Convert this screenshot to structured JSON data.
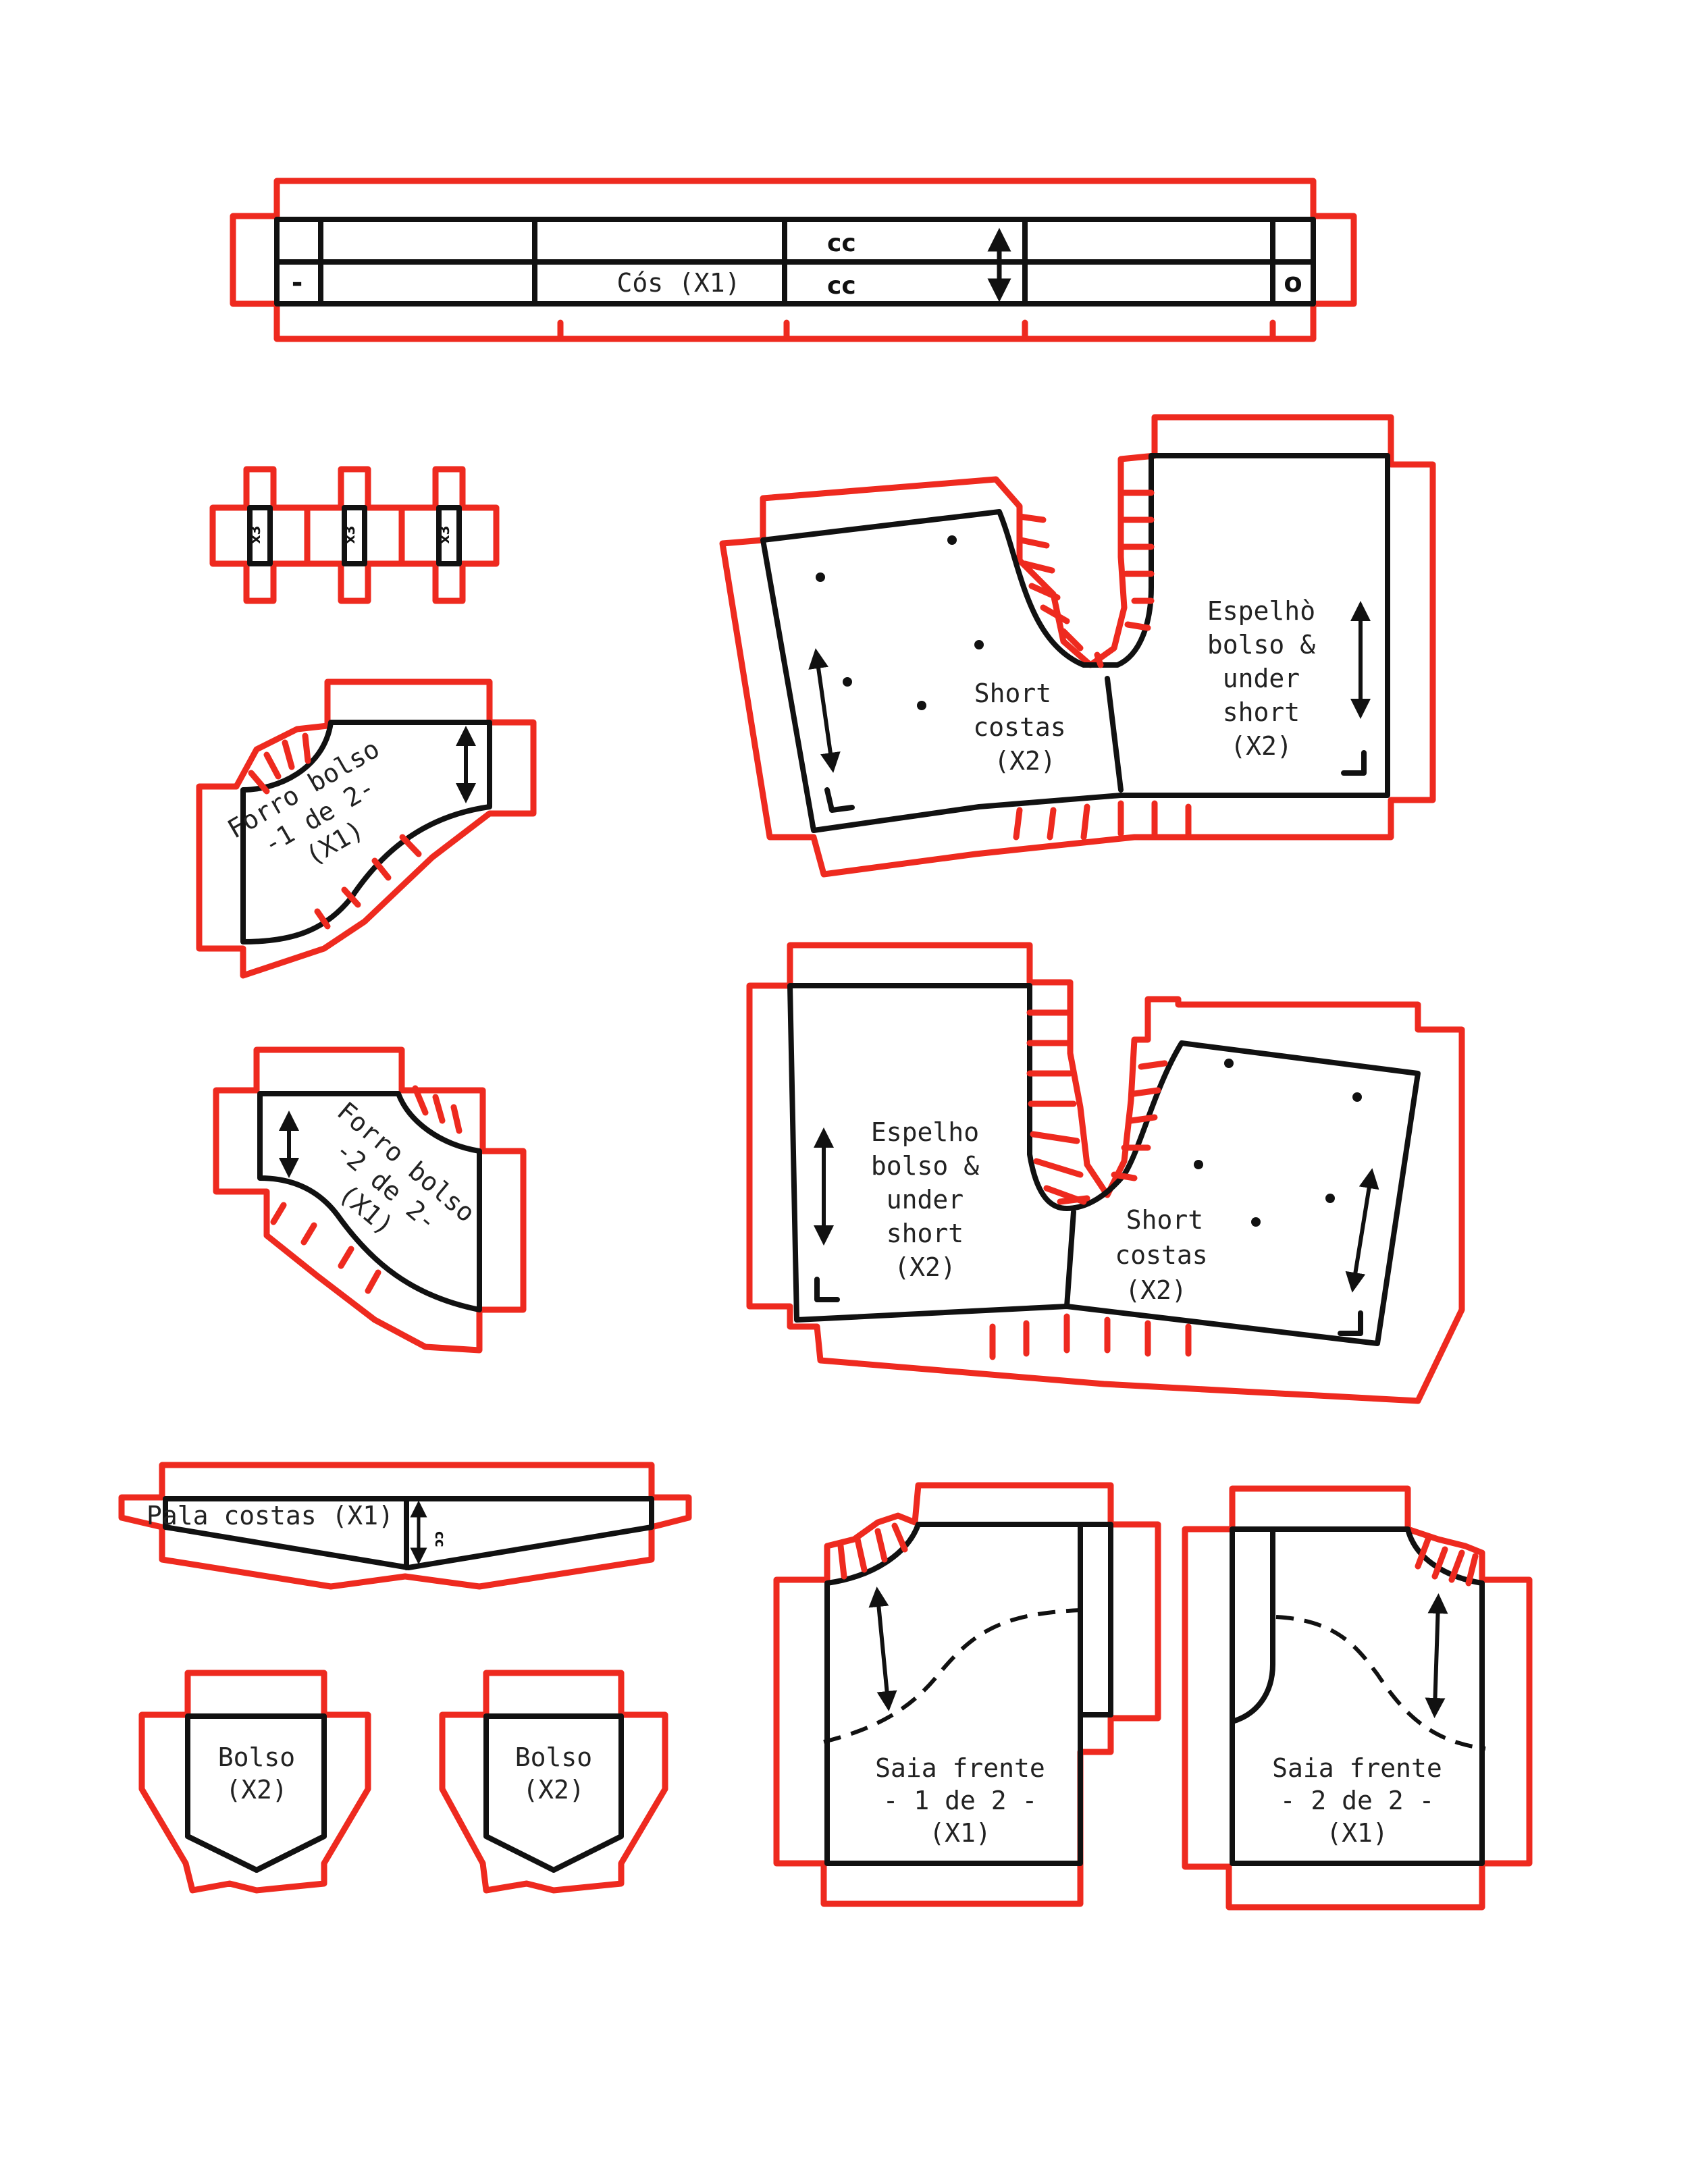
{
  "colors": {
    "seam_allowance": "#ee2a1f",
    "cut_line": "#111111",
    "paper": "#ffffff"
  },
  "pieces": {
    "cos": {
      "label": "Cós (X1)",
      "marks": [
        "cc",
        "cc",
        "-",
        "o"
      ]
    },
    "passantes": {
      "marks": [
        "x3",
        "x3",
        "x3"
      ]
    },
    "forro_bolso_1": {
      "lines": [
        "Forro bolso",
        "-1 de 2-",
        "(X1)"
      ]
    },
    "forro_bolso_2": {
      "lines": [
        "Forro bolso",
        "-2 de 2-",
        "(X1)"
      ]
    },
    "short_costas_a": {
      "lines": [
        "Short",
        "costas",
        "(X2)"
      ]
    },
    "espelho_a": {
      "lines": [
        "Espelhò",
        "bolso &",
        "under",
        "short",
        "(X2)"
      ]
    },
    "espelho_b": {
      "lines": [
        "Espelho",
        "bolso &",
        "under",
        "short",
        "(X2)"
      ]
    },
    "short_costas_b": {
      "lines": [
        "Short",
        "costas",
        "(X2)"
      ]
    },
    "pala_costas": {
      "label": "Pala costas (X1)",
      "mark": "cc"
    },
    "bolso_1": {
      "lines": [
        "Bolso",
        "(X2)"
      ]
    },
    "bolso_2": {
      "lines": [
        "Bolso",
        "(X2)"
      ]
    },
    "saia_frente_1": {
      "lines": [
        "Saia frente",
        "- 1 de 2 -",
        "(X1)"
      ]
    },
    "saia_frente_2": {
      "lines": [
        "Saia frente",
        "- 2 de 2 -",
        "(X1)"
      ]
    }
  }
}
